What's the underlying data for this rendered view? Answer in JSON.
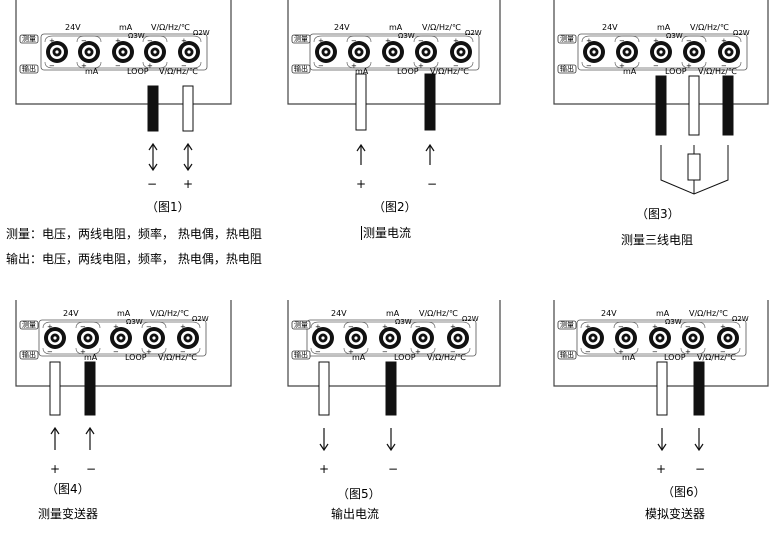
{
  "panel_labels": {
    "v24": "24V",
    "ma_top": "mA",
    "vohm": "V/Ω/Hz/℃",
    "q2w": "Ω2W",
    "q3w": "Ω3W",
    "ma_bottom": "mA",
    "loop": "LOOP",
    "vohm_bottom": "V/Ω/Hz/℃",
    "btn_measure": "测量",
    "btn_output": "输出"
  },
  "signs": {
    "plus": "+",
    "minus": "−"
  },
  "figures": [
    {
      "caption": "（图1）",
      "polarity": [
        "−",
        "+"
      ],
      "arrows": "both"
    },
    {
      "caption": "（图2）",
      "polarity": [
        "+",
        "−"
      ],
      "arrows": "up"
    },
    {
      "caption": "（图3）",
      "polarity": [],
      "arrows": "none",
      "label": "测量三线电阻"
    },
    {
      "caption": "（图4）",
      "polarity": [
        "+",
        "−"
      ],
      "arrows": "up",
      "label": "测量变送器"
    },
    {
      "caption": "（图5）",
      "polarity": [
        "+",
        "−"
      ],
      "arrows": "down",
      "label": "输出电流"
    },
    {
      "caption": "（图6）",
      "polarity": [
        "+",
        "−"
      ],
      "arrows": "down",
      "label": "模拟变送器"
    }
  ],
  "fig1_lines": [
    "测量：电压，两线电阻，频率， 热电偶，热电阻",
    "输出：电压，两线电阻，频率， 热电偶，热电阻"
  ],
  "fig2_label": "测量电流"
}
